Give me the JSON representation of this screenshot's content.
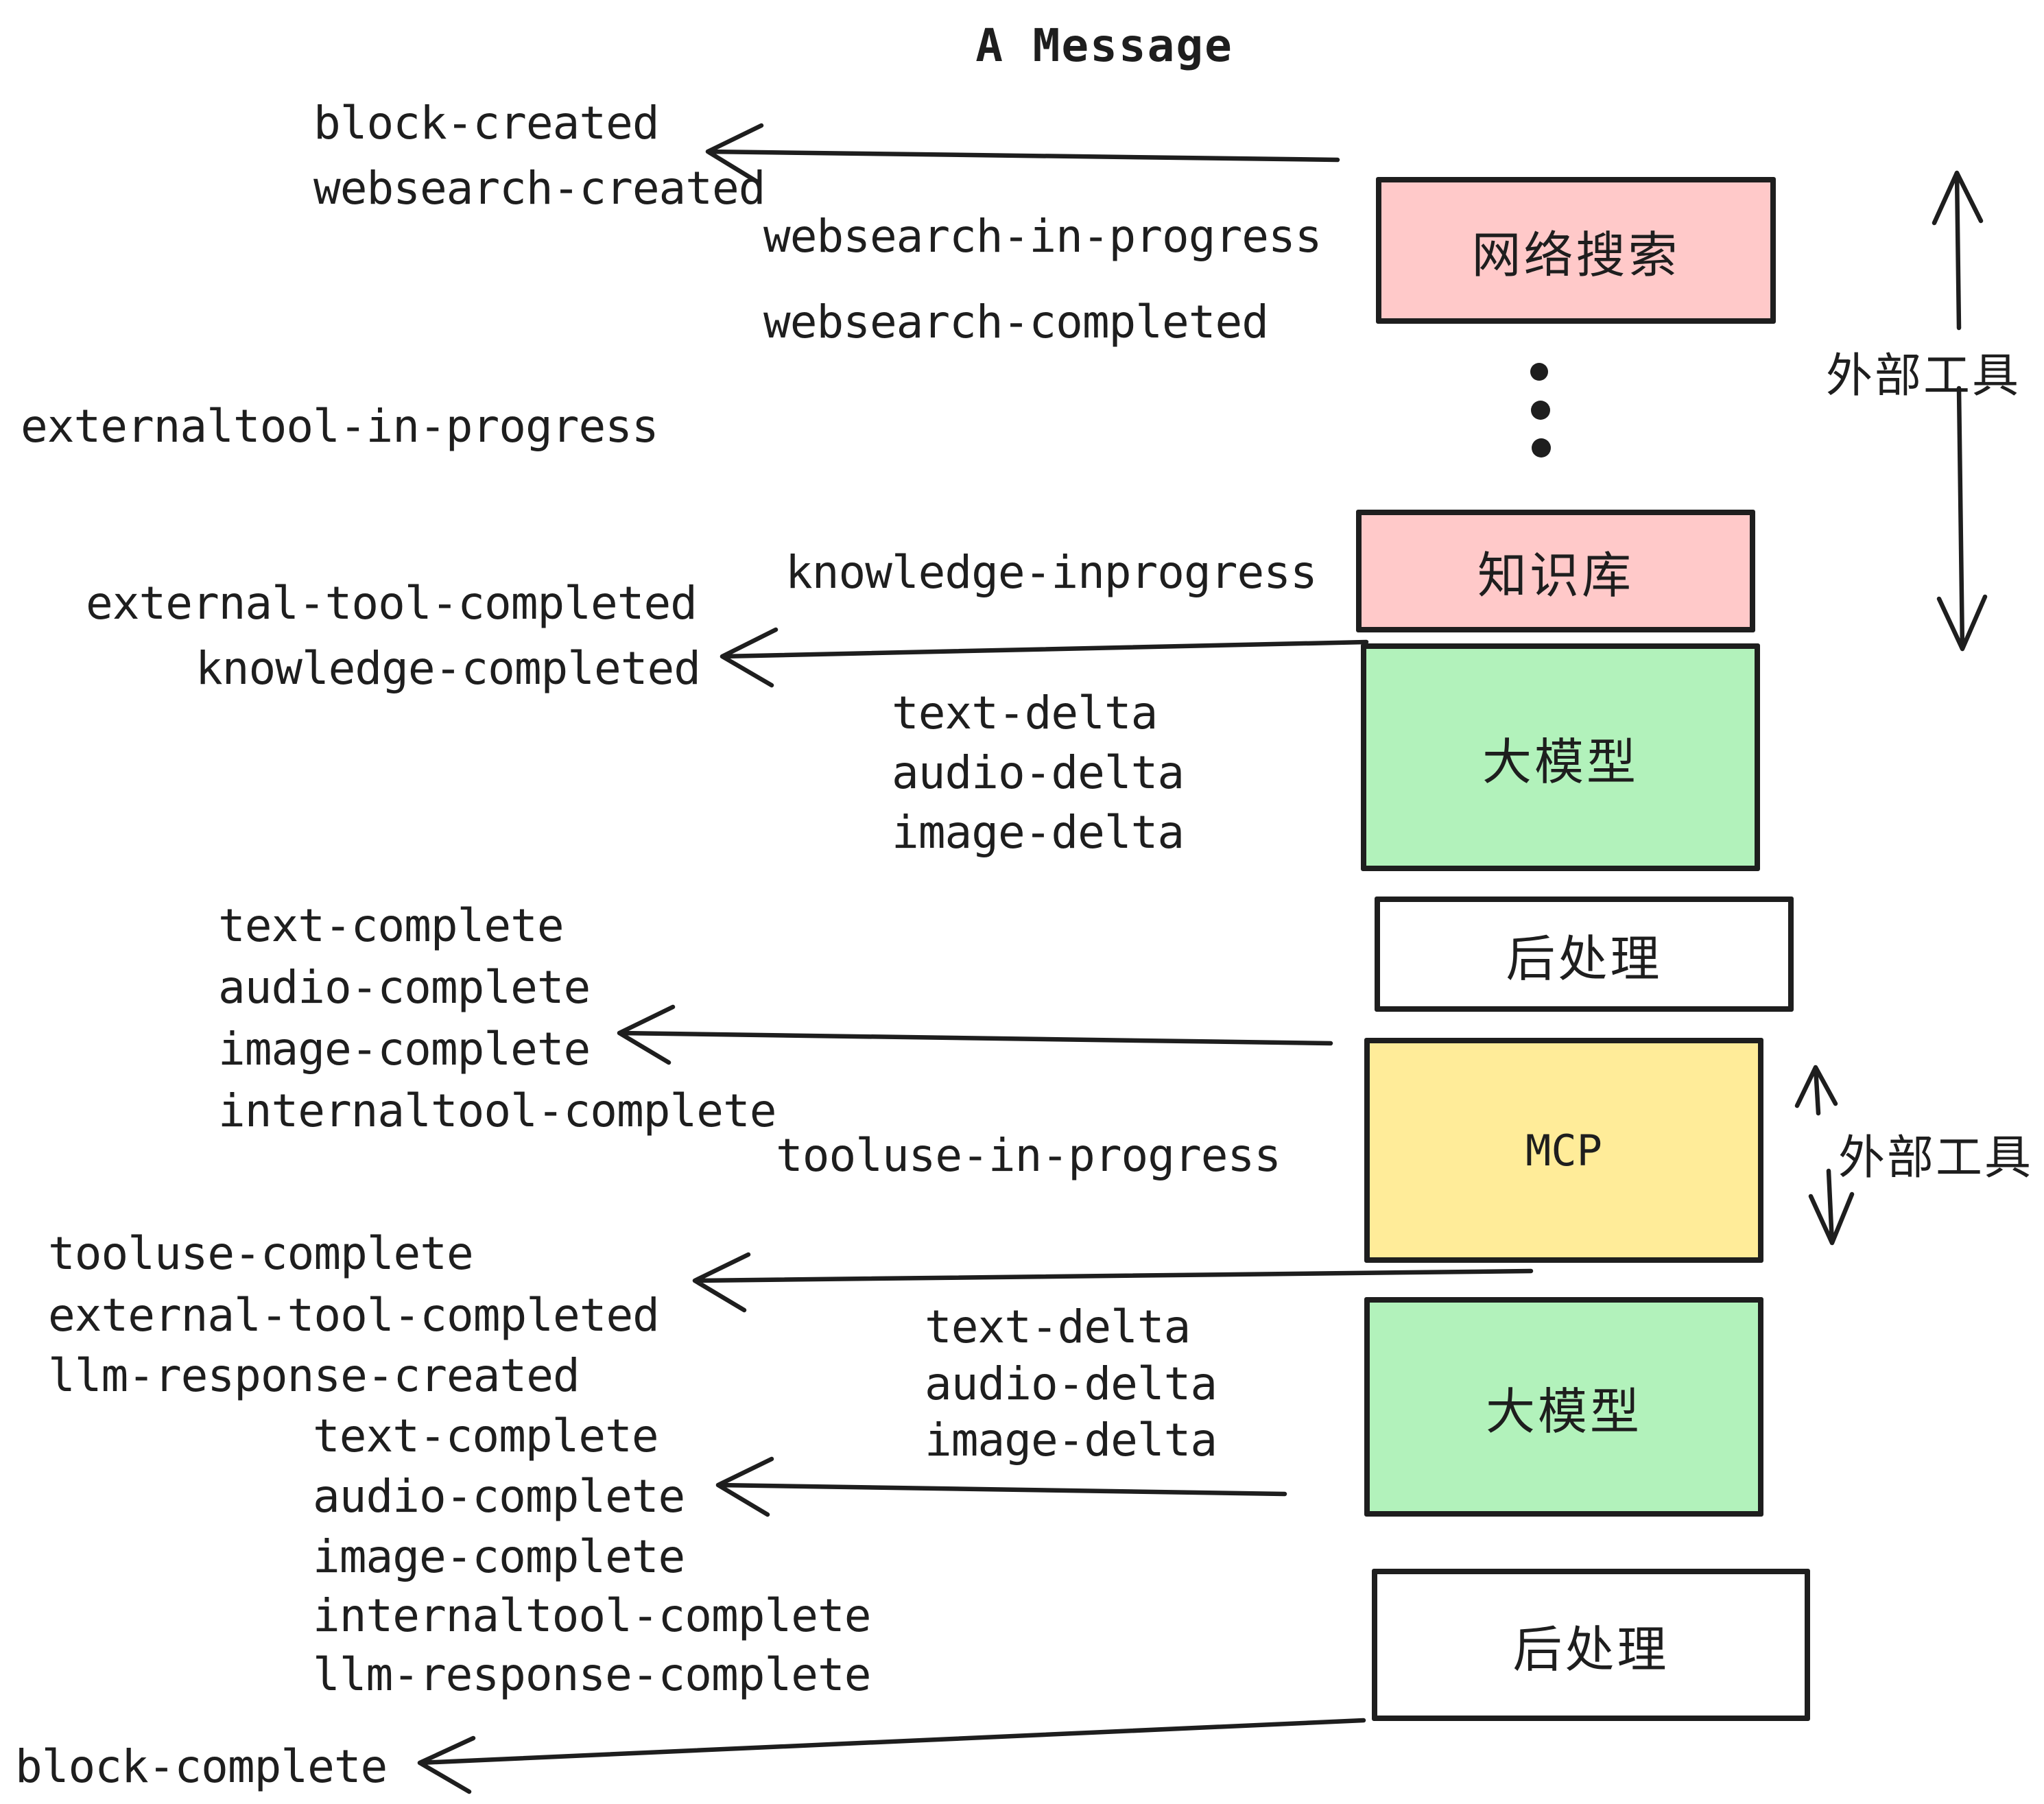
{
  "title": "A Message",
  "palette": {
    "ink": "#1e1e1e",
    "pink": "#ffc9c9",
    "green": "#b2f2bb",
    "yellow": "#ffec99",
    "white": "#ffffff"
  },
  "boxes": {
    "websearch": {
      "label": "网络搜索"
    },
    "knowledge": {
      "label": "知识库"
    },
    "llm1": {
      "label": "大模型"
    },
    "post1": {
      "label": "后处理"
    },
    "mcp": {
      "label": "MCP"
    },
    "llm2": {
      "label": "大模型"
    },
    "post2": {
      "label": "后处理"
    }
  },
  "side_labels": {
    "external_tools_top": "外部工具",
    "external_tools_mcp": "外部工具"
  },
  "events": {
    "block_created": "block-created",
    "websearch_created": "websearch-created",
    "websearch_in_progress": "websearch-in-progress",
    "websearch_completed": "websearch-completed",
    "externaltool_in_progress": "externaltool-in-progress",
    "knowledge_inprogress": "knowledge-inprogress",
    "external_tool_completed_1": "external-tool-completed",
    "knowledge_completed": "knowledge-completed",
    "text_delta_1": "text-delta",
    "audio_delta_1": "audio-delta",
    "image_delta_1": "image-delta",
    "text_complete_1": "text-complete",
    "audio_complete_1": "audio-complete",
    "image_complete_1": "image-complete",
    "internaltool_complete_1": "internaltool-complete",
    "tooluse_in_progress": "tooluse-in-progress",
    "tooluse_complete": "tooluse-complete",
    "external_tool_completed_2": "external-tool-completed",
    "llm_response_created": "llm-response-created",
    "text_delta_2": "text-delta",
    "audio_delta_2": "audio-delta",
    "image_delta_2": "image-delta",
    "text_complete_2": "text-complete",
    "audio_complete_2": "audio-complete",
    "image_complete_2": "image-complete",
    "internaltool_complete_2": "internaltool-complete",
    "llm_response_complete": "llm-response-complete",
    "block_complete": "block-complete"
  }
}
